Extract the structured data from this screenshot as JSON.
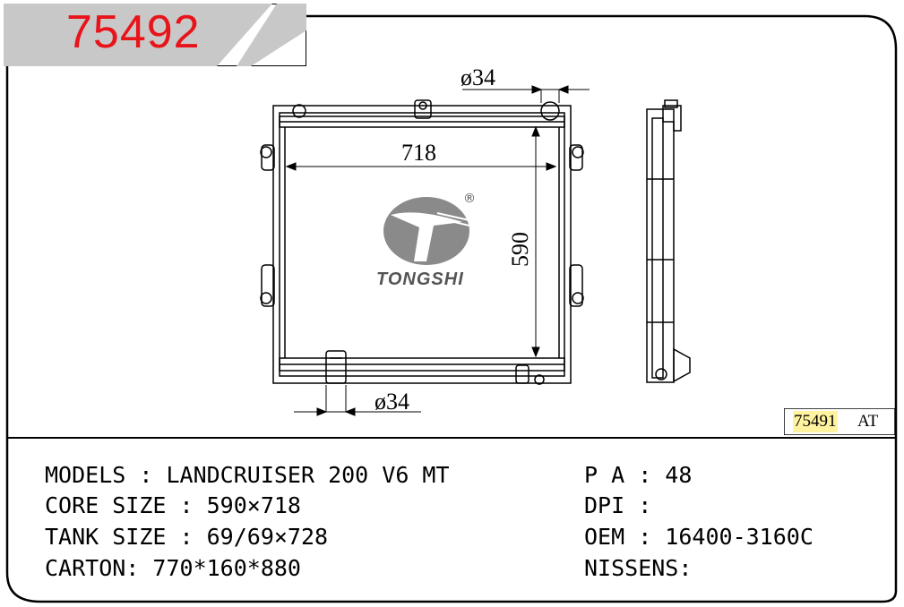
{
  "product_code": "75492",
  "alt_code": {
    "code": "75491",
    "suffix": "AT"
  },
  "brand": {
    "name": "TONGSHI",
    "registered_mark": "®"
  },
  "dimensions": {
    "inlet": "ø34",
    "outlet": "ø34",
    "width": "718",
    "height": "590"
  },
  "specs": {
    "models": "MODELS : LANDCRUISER 200 V6 MT",
    "core_size": "CORE SIZE : 590×718",
    "tank_size": "TANK SIZE : 69/69×728",
    "carton": "CARTON: 770*160*880",
    "pa": "P A : 48",
    "dpi": "DPI :",
    "oem": "OEM : 16400-3160C",
    "nissens": "NISSENS:"
  },
  "colors": {
    "code_red": "#e8141a",
    "banner_gray": "#c8c8c8",
    "alt_highlight": "#fff3a0"
  }
}
